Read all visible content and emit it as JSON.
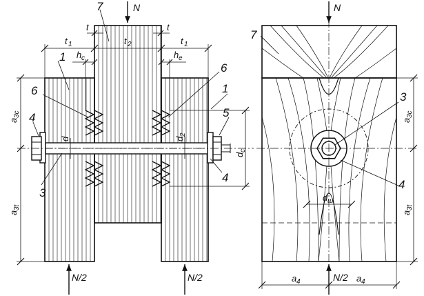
{
  "labels": {
    "force_top_left": "N",
    "force_top_right": "N",
    "force_bottom_1": "N/2",
    "force_bottom_2": "N/2",
    "force_bottom_3": "N/2",
    "t_left": "t",
    "t_right": "t",
    "t1_left": "t",
    "t1_left_sub": "1",
    "t2": "t",
    "t2_sub": "2",
    "t1_right": "t",
    "t1_right_sub": "1",
    "hc": "h",
    "hc_sub": "c",
    "he": "h",
    "he_sub": "e",
    "a3c_left": "a",
    "a3c_left_sub": "3c",
    "a3t_left": "a",
    "a3t_left_sub": "3t",
    "a3c_right": "a",
    "a3c_right_sub": "3c",
    "a3t_right": "a",
    "a3t_right_sub": "3t",
    "d": "d",
    "d2": "d",
    "d2_sub": "2",
    "dc": "d",
    "dc_sub": "c",
    "dsh": "d",
    "dsh_sub": "ш",
    "a4_left": "a",
    "a4_left_sub": "4",
    "a4_right": "a",
    "a4_right_sub": "4",
    "callout_1a": "1",
    "callout_1b": "1",
    "callout_3a": "3",
    "callout_3b": "3",
    "callout_4a": "4",
    "callout_4b": "4",
    "callout_4c": "4",
    "callout_5": "5",
    "callout_6a": "6",
    "callout_6b": "6",
    "callout_7a": "7",
    "callout_7b": "7"
  }
}
